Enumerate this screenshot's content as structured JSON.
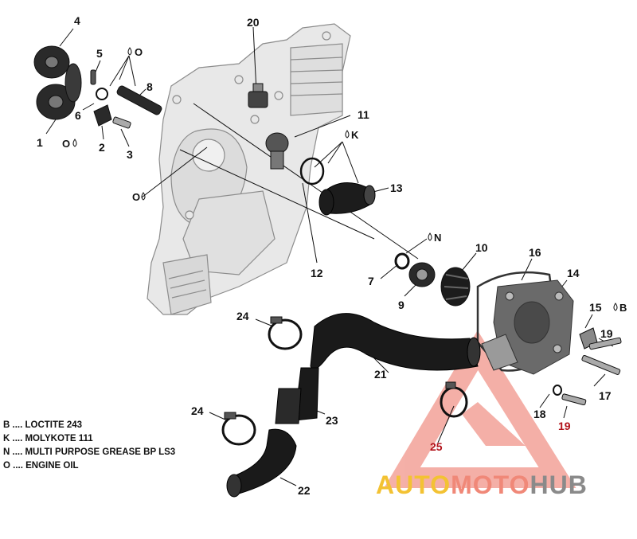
{
  "callouts": {
    "c1": "1",
    "c2": "2",
    "c3": "3",
    "c4": "4",
    "c5": "5",
    "c6": "6",
    "c7": "7",
    "c8": "8",
    "c9": "9",
    "c10": "10",
    "c11": "11",
    "c12": "12",
    "c13": "13",
    "c14": "14",
    "c15": "15",
    "c16": "16",
    "c17": "17",
    "c18": "18",
    "c19a": "19",
    "c19b": "19",
    "c20": "20",
    "c21": "21",
    "c22": "22",
    "c23": "23",
    "c24a": "24",
    "c24b": "24",
    "c25": "25"
  },
  "symbols": {
    "o_top": "O",
    "o_left1": "O",
    "o_left2": "O",
    "k": "K",
    "n": "N",
    "b": "B"
  },
  "legend": [
    "B .... LOCTITE 243",
    "K .... MOLYKOTE 111",
    "N .... MULTI PURPOSE GREASE BP LS3",
    "O .... ENGINE OIL"
  ],
  "watermark": {
    "part1": "AUTO",
    "part2": "MOTO",
    "part3": "HUB"
  },
  "colors": {
    "part_dark": "#1c1c1c",
    "housing": "#e6e6e6",
    "red_callout": "#b1121a",
    "wm_yellow": "#f3c233",
    "wm_red": "#f08878",
    "wm_gray": "#8a8a8a"
  }
}
